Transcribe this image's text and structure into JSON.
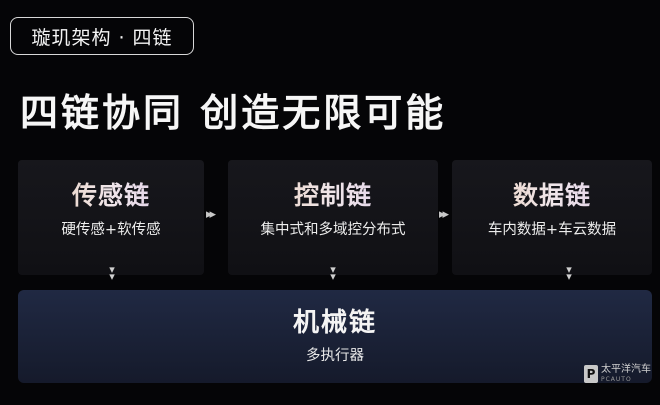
{
  "badge": {
    "text": "璇玑架构 · 四链"
  },
  "headline": "四链协同  创造无限可能",
  "cards": [
    {
      "title": "传感链",
      "subtitle": "硬传感+软传感"
    },
    {
      "title": "控制链",
      "subtitle": "集中式和多域控分布式"
    },
    {
      "title": "数据链",
      "subtitle": "车内数据+车云数据"
    }
  ],
  "bottom": {
    "title": "机械链",
    "subtitle": "多执行器"
  },
  "arrows": {
    "right": "»",
    "down": "⌄"
  },
  "watermark": {
    "logo": "P",
    "name": "太平洋汽车",
    "en": "PCAUTO"
  },
  "colors": {
    "background": "#050507",
    "card": "#15151a",
    "bottom_panel": "#1d2540",
    "title_gradient": [
      "#e6c9b0",
      "#f0e6ea",
      "#d7c3e8"
    ]
  },
  "icons": [
    "double-chevron-right-icon",
    "double-chevron-down-icon",
    "pcauto-logo-icon"
  ]
}
